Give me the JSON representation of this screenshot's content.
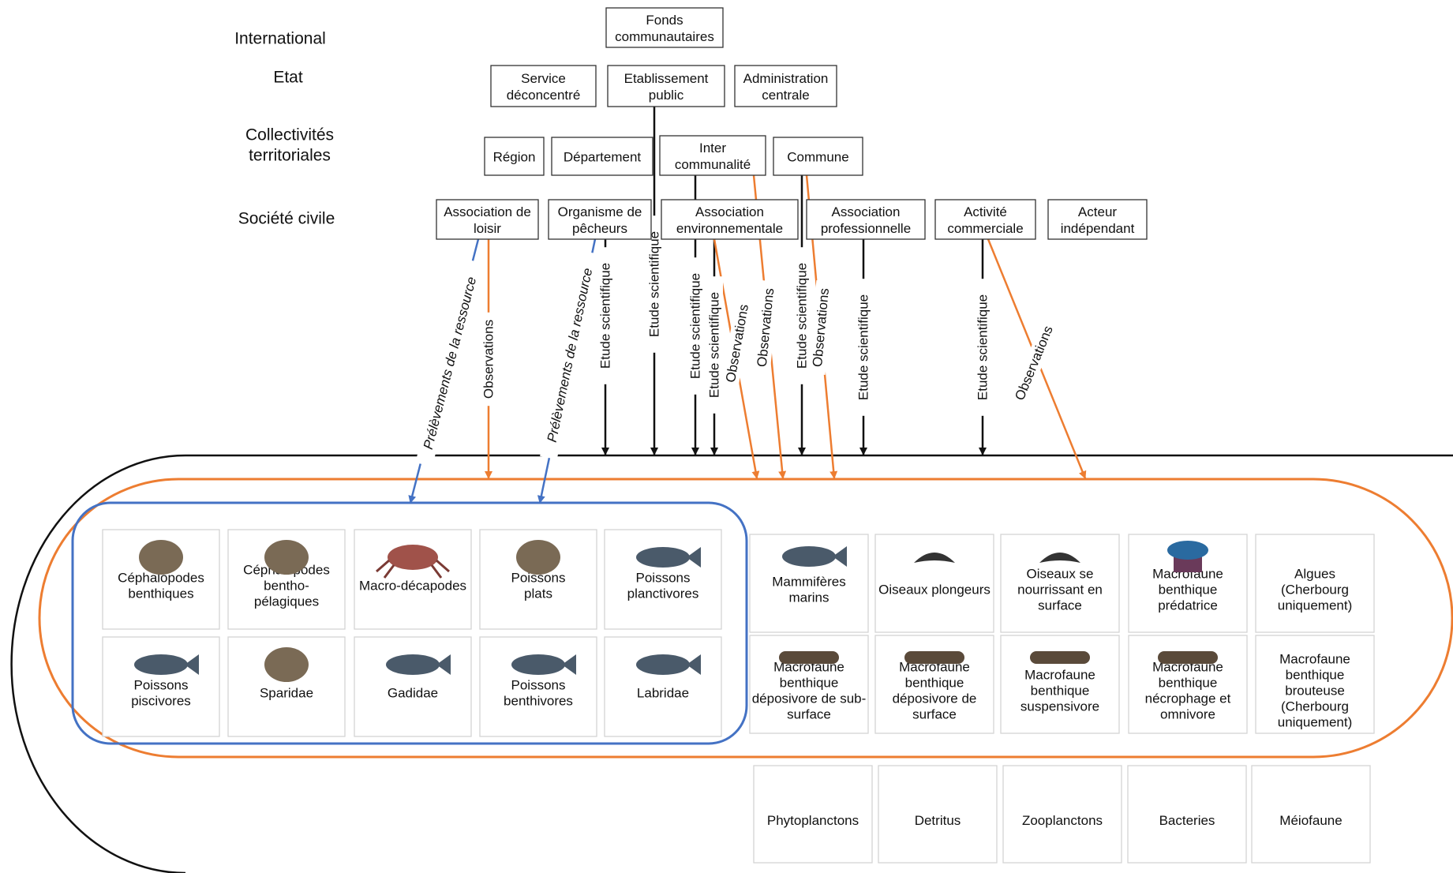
{
  "levels": [
    "International",
    "Etat",
    "Collectivités|territoriales",
    "Société civile"
  ],
  "actors": {
    "fonds": "Fonds|communautaires",
    "service": "Service|déconcentré",
    "etablissement": "Etablissement|public",
    "administration": "Administration|centrale",
    "region": "Région",
    "departement": "Département",
    "intercom": "Inter|communalité",
    "commune": "Commune",
    "asso_loisir": "Association de|loisir",
    "org_pecheurs": "Organisme de|pêcheurs",
    "asso_env": "Association|environnementale",
    "asso_pro": "Association|professionnelle",
    "activite": "Activité|commerciale",
    "acteur": "Acteur|indépendant"
  },
  "flow_labels": {
    "prelevements": "Prélèvements de la ressource",
    "observations": "Observations",
    "etude": "Etude scientifique"
  },
  "compartments_fish": [
    "Céphalopodes|benthiques",
    "Céphalopodes|bentho-|pélagiques",
    "Macro-décapodes",
    "Poissons|plats",
    "Poissons|planctivores",
    "Poissons|piscivores",
    "Sparidae",
    "Gadidae",
    "Poissons|benthivores",
    "Labridae"
  ],
  "compartments_observed": [
    "Mammifères|marins",
    "Oiseaux plongeurs",
    "Oiseaux se|nourrissant en|surface",
    "Macrofaune|benthique|prédatrice",
    "Algues|(Cherbourg|uniquement)",
    "Macrofaune|benthique|déposivore de sub-|surface",
    "Macrofaune|benthique|déposivore de|surface",
    "Macrofaune|benthique|suspensivore",
    "Macrofaune|benthique|nécrophage et|omnivore",
    "Macrofaune|benthique|brouteuse|(Cherbourg|uniquement)"
  ],
  "compartments_other": [
    "Phytoplanctons",
    "Detritus",
    "Zooplanctons",
    "Bacteries",
    "Méiofaune"
  ],
  "colors": {
    "black": "#111111",
    "orange": "#ED7D31",
    "blue": "#4472C4"
  }
}
